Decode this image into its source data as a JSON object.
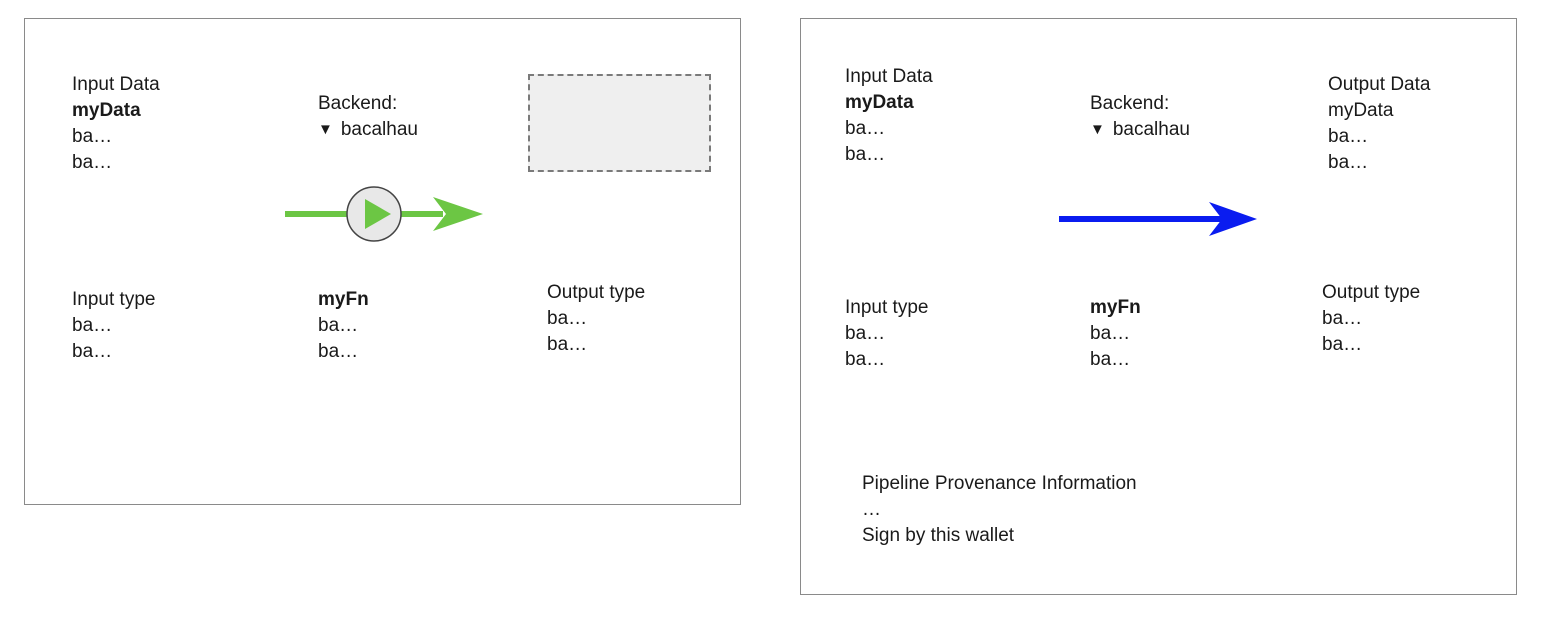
{
  "colors": {
    "run_arrow": "#6cc644",
    "result_arrow": "#0a1cf0",
    "play_button_fill": "#e8e8e8",
    "play_icon": "#6cc644",
    "placeholder_fill": "#efefef",
    "panel_border": "#8a8a8a"
  },
  "left_panel": {
    "input_data": {
      "title": "Input Data",
      "name": "myData",
      "line1": "ba…",
      "line2": "ba…"
    },
    "backend": {
      "label": "Backend:",
      "selected": "bacalhau",
      "icon": "dropdown-caret-icon"
    },
    "run_button": {
      "icon": "play-icon"
    },
    "input_type": {
      "title": "Input type",
      "line1": "ba…",
      "line2": "ba…"
    },
    "function": {
      "name": "myFn",
      "line1": "ba…",
      "line2": "ba…"
    },
    "output_type": {
      "title": "Output type",
      "line1": "ba…",
      "line2": "ba…"
    }
  },
  "right_panel": {
    "input_data": {
      "title": "Input Data",
      "name": "myData",
      "line1": "ba…",
      "line2": "ba…"
    },
    "backend": {
      "label": "Backend:",
      "selected": "bacalhau",
      "icon": "dropdown-caret-icon"
    },
    "output_data": {
      "title": "Output Data",
      "name": "myData",
      "line1": "ba…",
      "line2": "ba…"
    },
    "input_type": {
      "title": "Input type",
      "line1": "ba…",
      "line2": "ba…"
    },
    "function": {
      "name": "myFn",
      "line1": "ba…",
      "line2": "ba…"
    },
    "output_type": {
      "title": "Output type",
      "line1": "ba…",
      "line2": "ba…"
    },
    "provenance": {
      "title": "Pipeline Provenance Information",
      "ellipsis": "…",
      "signature": "Sign by this wallet"
    }
  }
}
